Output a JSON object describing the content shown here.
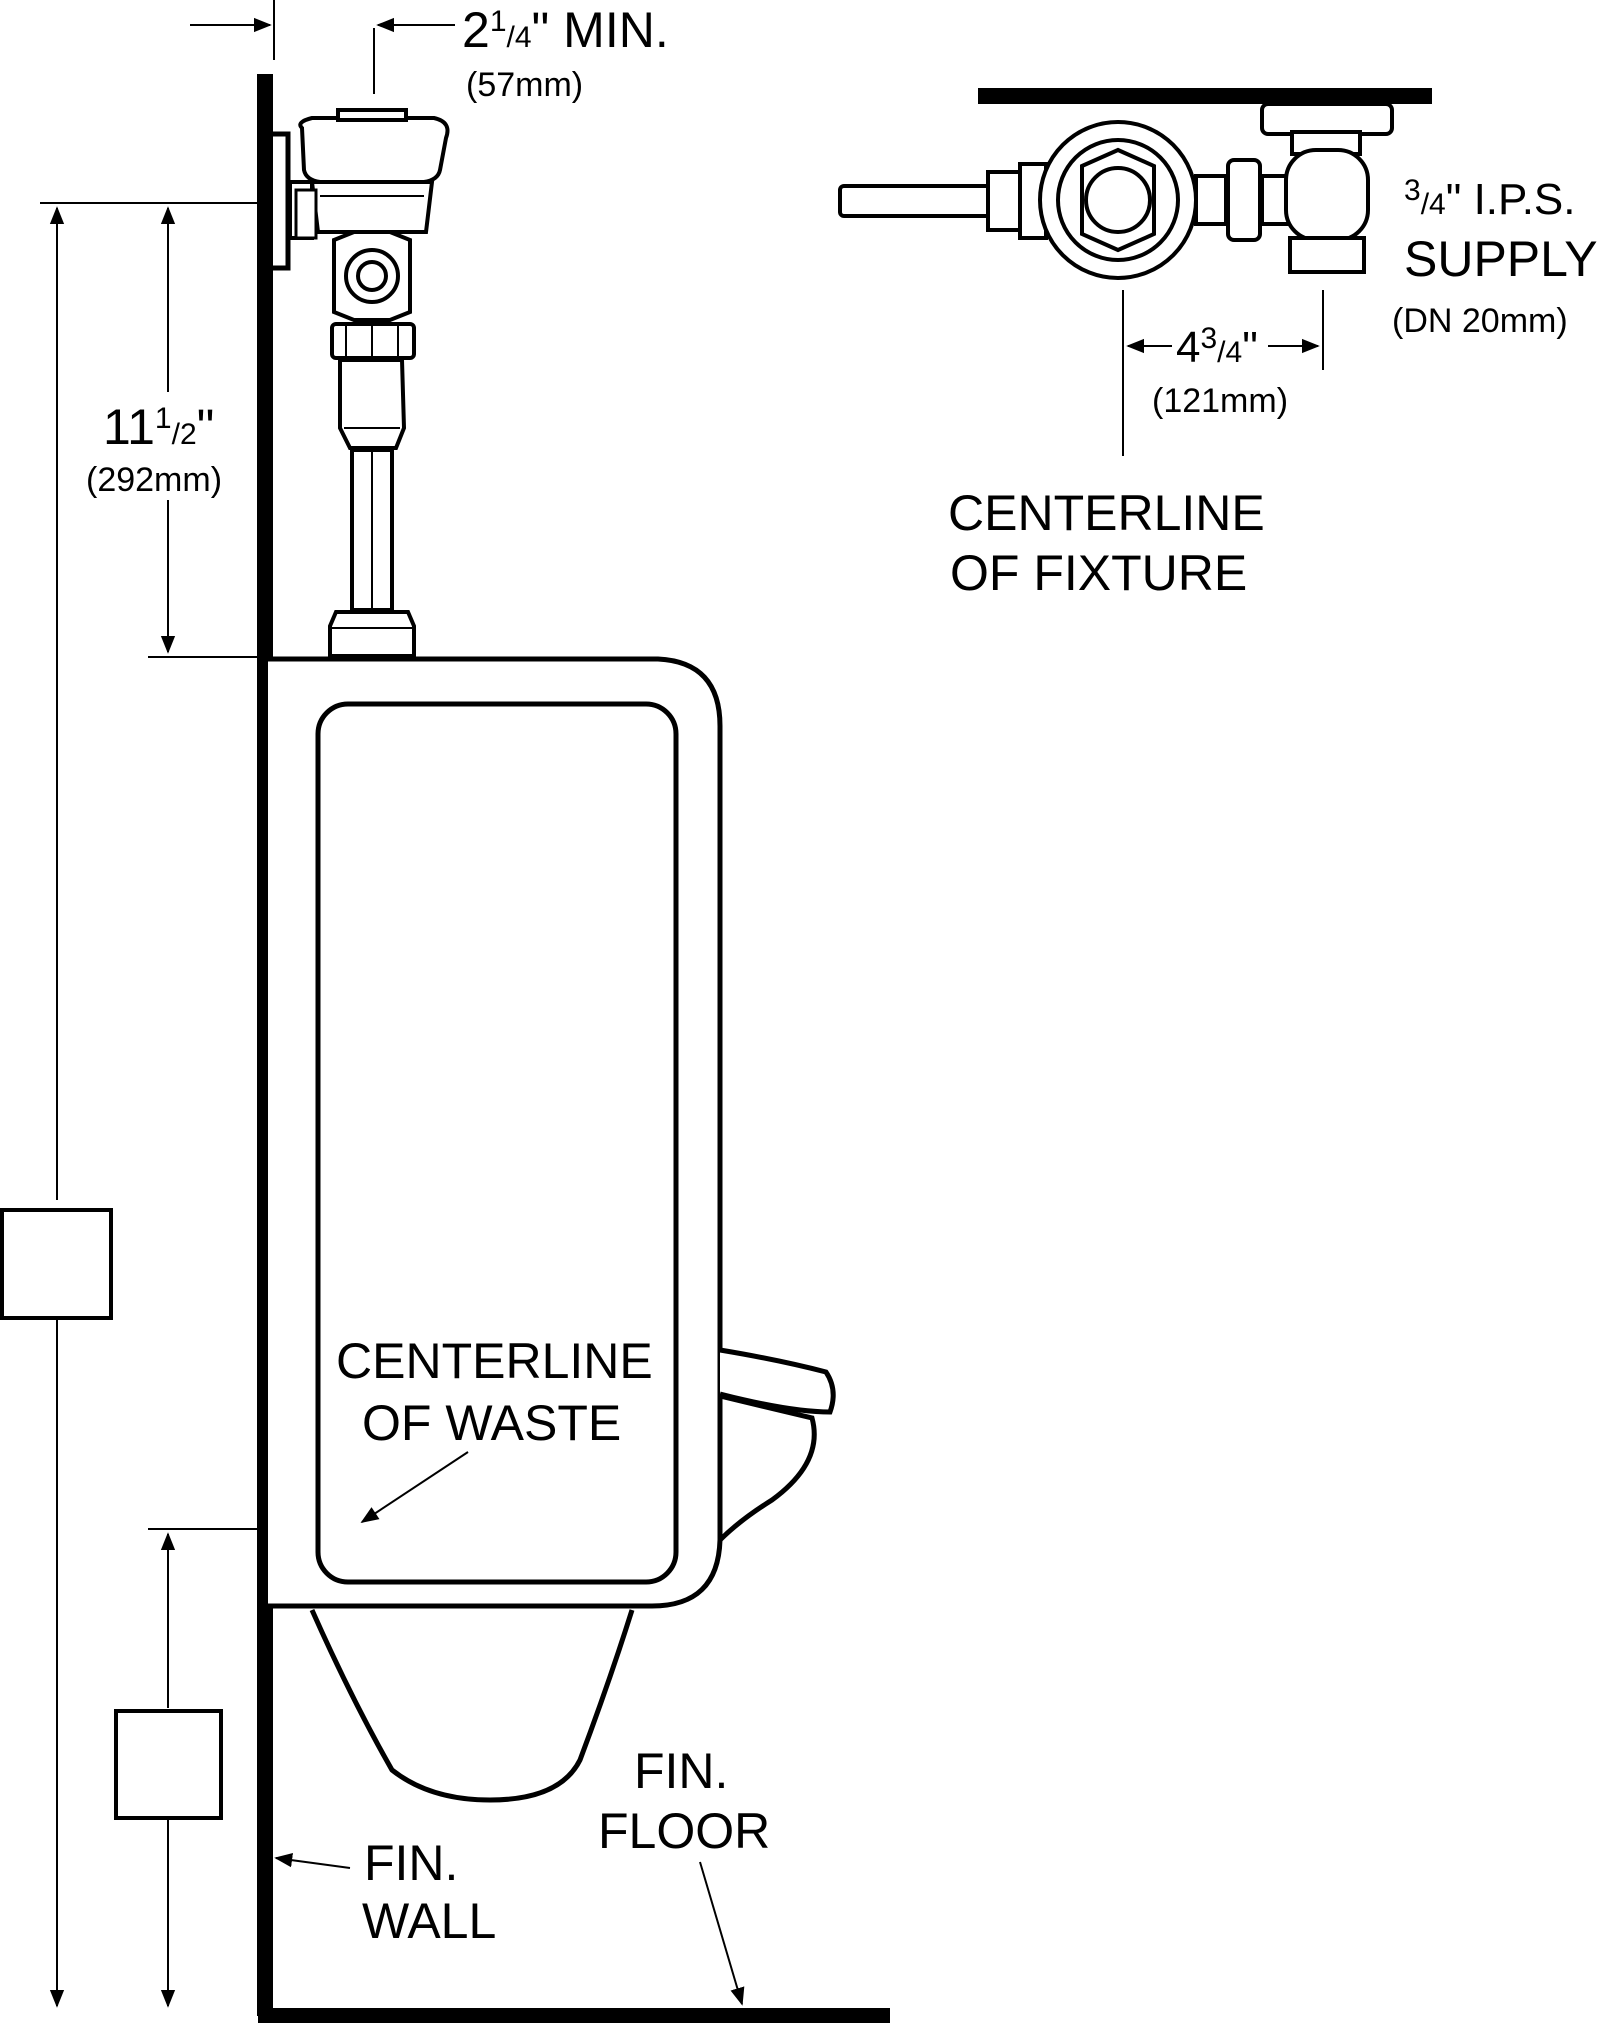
{
  "diagram": {
    "labels": {
      "min_clearance": {
        "whole": "2",
        "frac_num": "1",
        "frac_den": "4",
        "suffix": "\" MIN."
      },
      "min_clearance_mm": "(57mm)",
      "height": {
        "whole": "11",
        "frac_num": "1",
        "frac_den": "2",
        "suffix": "\""
      },
      "height_mm": "(292mm)",
      "supply": {
        "frac_num": "3",
        "frac_den": "4",
        "suffix": "\" I.P.S."
      },
      "supply_line2": "SUPPLY",
      "supply_dn": "(DN  20mm)",
      "offset": {
        "whole": "4",
        "frac_num": "3",
        "frac_den": "4",
        "suffix": "\""
      },
      "offset_mm": "(121mm)",
      "centerline_fixture_1": "CENTERLINE",
      "centerline_fixture_2": "OF  FIXTURE",
      "centerline_waste_1": "CENTERLINE",
      "centerline_waste_2": "OF  WASTE",
      "fin_wall_1": "FIN.",
      "fin_wall_2": "WALL",
      "fin_floor_1": "FIN.",
      "fin_floor_2": "FLOOR"
    }
  }
}
